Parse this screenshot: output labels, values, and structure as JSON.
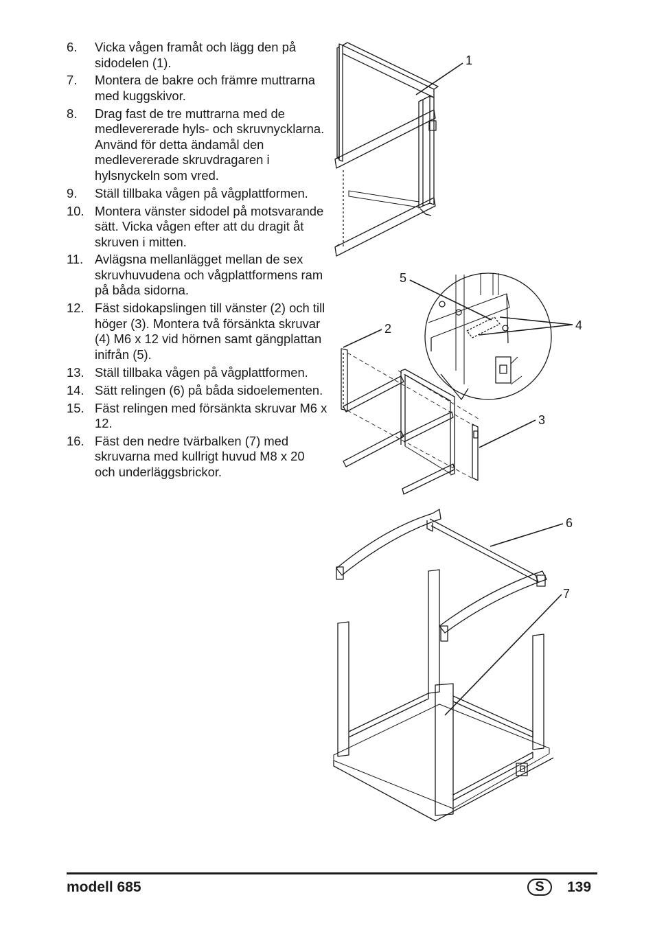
{
  "steps": [
    {
      "num": "6.",
      "text": "Vicka vågen framåt och lägg den på sidodelen (1)."
    },
    {
      "num": "7.",
      "text": "Montera de bakre och främre muttrarna med kuggskivor."
    },
    {
      "num": "8.",
      "text": "Drag fast de tre muttrarna med de medlevererade hyls- och skruvnycklarna. Använd för detta ändamål den medlevererade skruvdragaren i hylsnyckeln som vred."
    },
    {
      "num": "9.",
      "text": "Ställ tillbaka vågen på vågplattformen."
    },
    {
      "num": "10.",
      "text": "Montera vänster sidodel på motsvarande sätt. Vicka vågen efter att du dragit åt skruven i mitten."
    },
    {
      "num": "11.",
      "text": "Avlägsna mellanlägget mellan de sex skruvhuvudena och vågplattformens ram på båda sidorna."
    },
    {
      "num": "12.",
      "text": "Fäst sidokapslingen till vänster (2) och till höger (3). Montera två försänkta skruvar (4) M6 x 12 vid hörnen samt gängplattan inifrån (5)."
    },
    {
      "num": "13.",
      "text": "Ställ tillbaka vågen på vågplattformen."
    },
    {
      "num": "14.",
      "text": "Sätt relingen (6) på båda sidoelementen."
    },
    {
      "num": "15.",
      "text": "Fäst relingen med försänkta skruvar M6 x 12."
    },
    {
      "num": "16.",
      "text": "Fäst den nedre tvärbalken (7) med skruvarna med kullrigt huvud M8 x 20 och underläggsbrickor."
    }
  ],
  "callouts": {
    "c1": "1",
    "c2": "2",
    "c3": "3",
    "c4": "4",
    "c5": "5",
    "c6": "6",
    "c7": "7"
  },
  "footer": {
    "model": "modell 685",
    "language": "S",
    "page": "139"
  }
}
